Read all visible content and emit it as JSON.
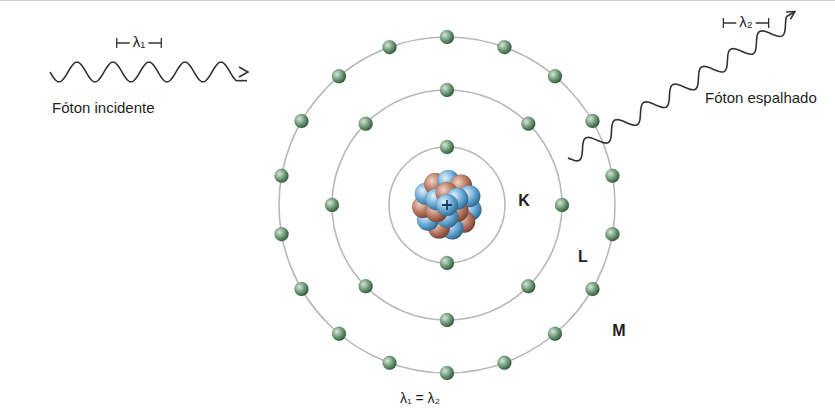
{
  "diagram": {
    "labels": [
      "λ₂",
      "Fóton espalhado",
      "λ₁",
      "Fóton incidente",
      "K",
      "L",
      "M",
      "λ₁ = λ₂"
    ]
  }
}
